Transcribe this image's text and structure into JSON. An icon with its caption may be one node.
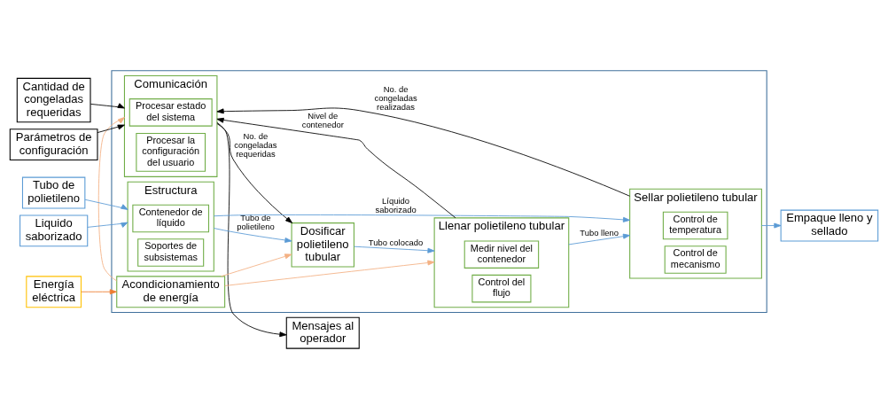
{
  "diagram": {
    "nodes": [
      {
        "text": [],
        "shape": "box"
      },
      {
        "text": [
          "Cantidad de congeladas requeridas"
        ]
      },
      {
        "text": [
          "Parámetros de configuración"
        ]
      },
      {
        "text": [
          "Tubo de polietileno"
        ]
      },
      {
        "text": [
          "Liquido saborizado"
        ]
      },
      {
        "text": [
          "Energía eléctrica"
        ]
      },
      {
        "text": [
          "Comunicación"
        ],
        "in": 0
      },
      {
        "text": [
          "Procesar estado del sistema"
        ],
        "in": 6
      },
      {
        "text": [
          "Procesar la configuración del usuario"
        ],
        "in": 6
      },
      {
        "text": [
          "Dosificar polietileno tubular"
        ],
        "in": 0
      },
      {
        "text": [
          "Estructura"
        ],
        "in": 0
      },
      {
        "text": [
          "Contenedor de líquido"
        ],
        "in": 10
      },
      {
        "text": [
          "Soportes de subsistemas"
        ],
        "in": 10
      },
      {
        "text": [
          "Llenar polietileno tubular"
        ],
        "in": 0
      },
      {
        "text": [
          "Medir nivel del contenedor"
        ],
        "in": 13
      },
      {
        "text": [
          "Control del flujo"
        ],
        "in": 13
      },
      {
        "text": [
          "Sellar polietileno tubular"
        ],
        "in": 0
      },
      {
        "text": [
          "Control de temperatura"
        ],
        "in": 16
      },
      {
        "text": [
          "Control de mecanismo"
        ],
        "in": 16
      },
      {
        "text": [
          "Acondicionamiento de energía"
        ],
        "in": 0
      },
      {
        "text": [
          "Mensajes al operador"
        ]
      },
      {
        "text": [
          "Empaque lleno y sellado"
        ]
      }
    ],
    "edges": [
      {
        "from": 1,
        "to": 6,
        "arrow": "to",
        "color": "#000000"
      },
      {
        "from": 2,
        "to": 6,
        "arrow": "to",
        "color": "#000000"
      },
      {
        "from": 6,
        "to": 20,
        "arrow": "to",
        "color": "#000000"
      },
      {
        "from": 6,
        "to": 9,
        "arrow": "to",
        "label": "No. de congeladas requeridas",
        "color": "#000000"
      },
      {
        "from": 3,
        "to": 10,
        "arrow": "to"
      },
      {
        "from": 4,
        "to": 10,
        "arrow": "to"
      },
      {
        "from": 10,
        "to": 9,
        "arrow": "to",
        "label": "Tubo de polietileno"
      },
      {
        "from": 10,
        "to": 16,
        "arrow": "to",
        "label": "Líquido saborizado"
      },
      {
        "from": 9,
        "to": 13,
        "arrow": "to",
        "label": "Tubo colocado"
      },
      {
        "from": 13,
        "to": 16,
        "arrow": "to",
        "label": "Tubo lleno"
      },
      {
        "from": 13,
        "to": 6,
        "arrow": "to",
        "label": "Nivel de contenedor",
        "color": "#000000"
      },
      {
        "from": 16,
        "to": 6,
        "arrow": "to",
        "label": "No. de congeladas realizadas",
        "color": "#000000"
      },
      {
        "from": 5,
        "to": 19,
        "arrow": "to",
        "color": "#ed7d31"
      },
      {
        "from": 19,
        "to": 6,
        "arrow": "to",
        "color": "#f4b183"
      },
      {
        "from": 19,
        "to": 9,
        "arrow": "to",
        "color": "#f4b183"
      },
      {
        "from": 19,
        "to": 13,
        "arrow": "to",
        "color": "#f4b183"
      },
      {
        "from": 16,
        "to": 21,
        "arrow": "to"
      }
    ]
  }
}
